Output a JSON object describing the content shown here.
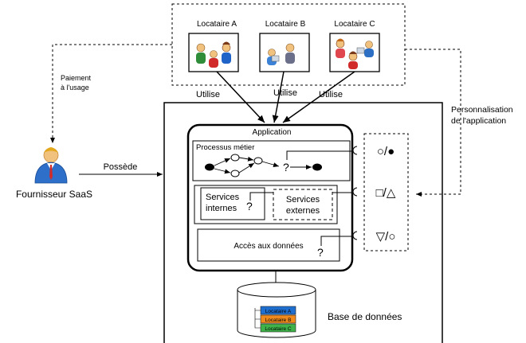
{
  "tenants": {
    "a": "Locataire A",
    "b": "Locataire B",
    "c": "Locataire C",
    "uses": "Utilise"
  },
  "annotations": {
    "payment_line1": "Paiement",
    "payment_line2": "à l'usage",
    "custom_line1": "Personnalisation",
    "custom_line2": "de l'application",
    "owns": "Possède"
  },
  "provider": {
    "label": "Fournisseur SaaS"
  },
  "application": {
    "title": "Application",
    "business_process": "Processus métier",
    "internal_services_line1": "Services",
    "internal_services_line2": "internes",
    "external_services_line1": "Services",
    "external_services_line2": "externes",
    "data_access": "Accès aux données",
    "question_mark": "?"
  },
  "variants": {
    "row1": "○/●",
    "row2": "□/△",
    "row3": "▽/○"
  },
  "database": {
    "label": "Base de données",
    "records": [
      "Locataire A",
      "Locataire B",
      "Locataire C"
    ],
    "record_colors": [
      "#1f6fd1",
      "#f08a1c",
      "#3fb34a"
    ]
  }
}
